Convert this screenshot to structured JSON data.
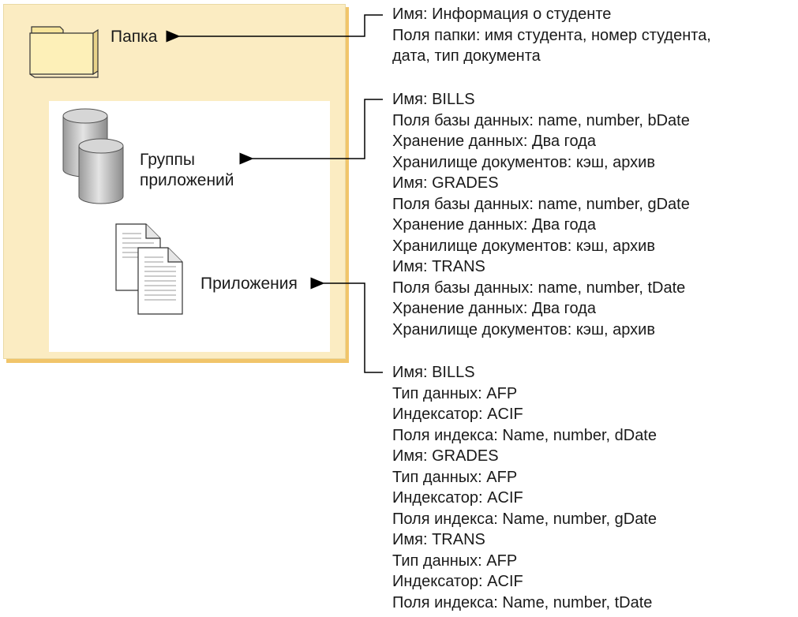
{
  "folder": {
    "label": "Папка"
  },
  "application_groups": {
    "label_line1": "Группы",
    "label_line2": "приложений"
  },
  "applications": {
    "label": "Приложения"
  },
  "folder_info": [
    "Имя: Информация о студенте",
    "Поля папки: имя студента, номер студента,",
    "дата, тип документа"
  ],
  "app_group_info": [
    "Имя: BILLS",
    "Поля базы данных: name, number, bDate",
    "Хранение данных: Два года",
    "Хранилище документов: кэш, архив",
    "Имя: GRADES",
    "Поля базы данных: name, number, gDate",
    "Хранение данных: Два года",
    "Хранилище документов: кэш, архив",
    "Имя: TRANS",
    "Поля базы данных: name, number, tDate",
    "Хранение данных: Два года",
    "Хранилище документов: кэш, архив"
  ],
  "application_info": [
    "Имя: BILLS",
    "Тип данных: AFP",
    "Индексатор: ACIF",
    "Поля индекса: Name, number, dDate",
    "Имя: GRADES",
    "Тип данных: AFP",
    "Индексатор: ACIF",
    "Поля индекса: Name, number, gDate",
    "Имя: TRANS",
    "Тип данных: AFP",
    "Индексатор: ACIF",
    "Поля индекса: Name, number, tDate"
  ],
  "colors": {
    "panel": "#fbecc2",
    "panel_shadow": "#f1c56a",
    "folder_fill": "#fdf0b8",
    "cylinder": "#bfbfbf",
    "line": "#000000"
  },
  "icons": [
    "folder-icon",
    "database-icon",
    "document-icon"
  ]
}
